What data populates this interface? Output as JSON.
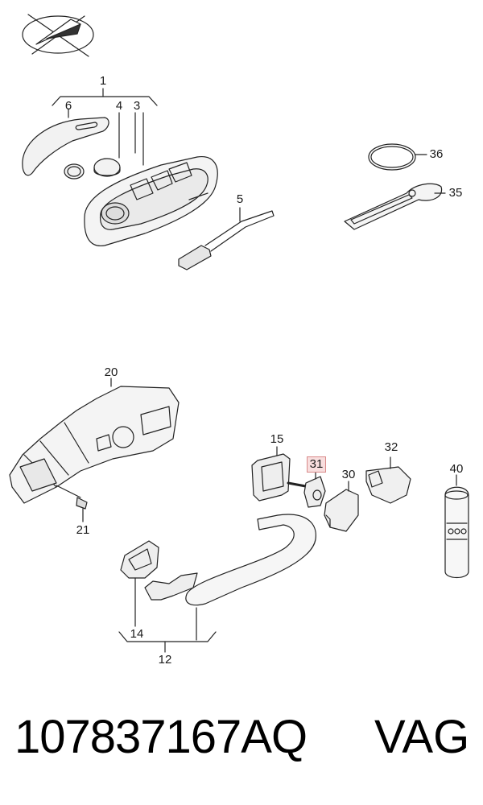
{
  "diagram": {
    "labels": {
      "l1": "1",
      "l3": "3",
      "l4": "4",
      "l5": "5",
      "l6": "6",
      "l12": "12",
      "l14": "14",
      "l15": "15",
      "l20": "20",
      "l21": "21",
      "l30": "30",
      "l31": "31",
      "l32": "32",
      "l35": "35",
      "l36": "36",
      "l40": "40"
    },
    "highlighted_label": "31",
    "highlight_color": "#f8dede"
  },
  "footer": {
    "part_number": "107837167AQ",
    "brand": "VAG"
  }
}
